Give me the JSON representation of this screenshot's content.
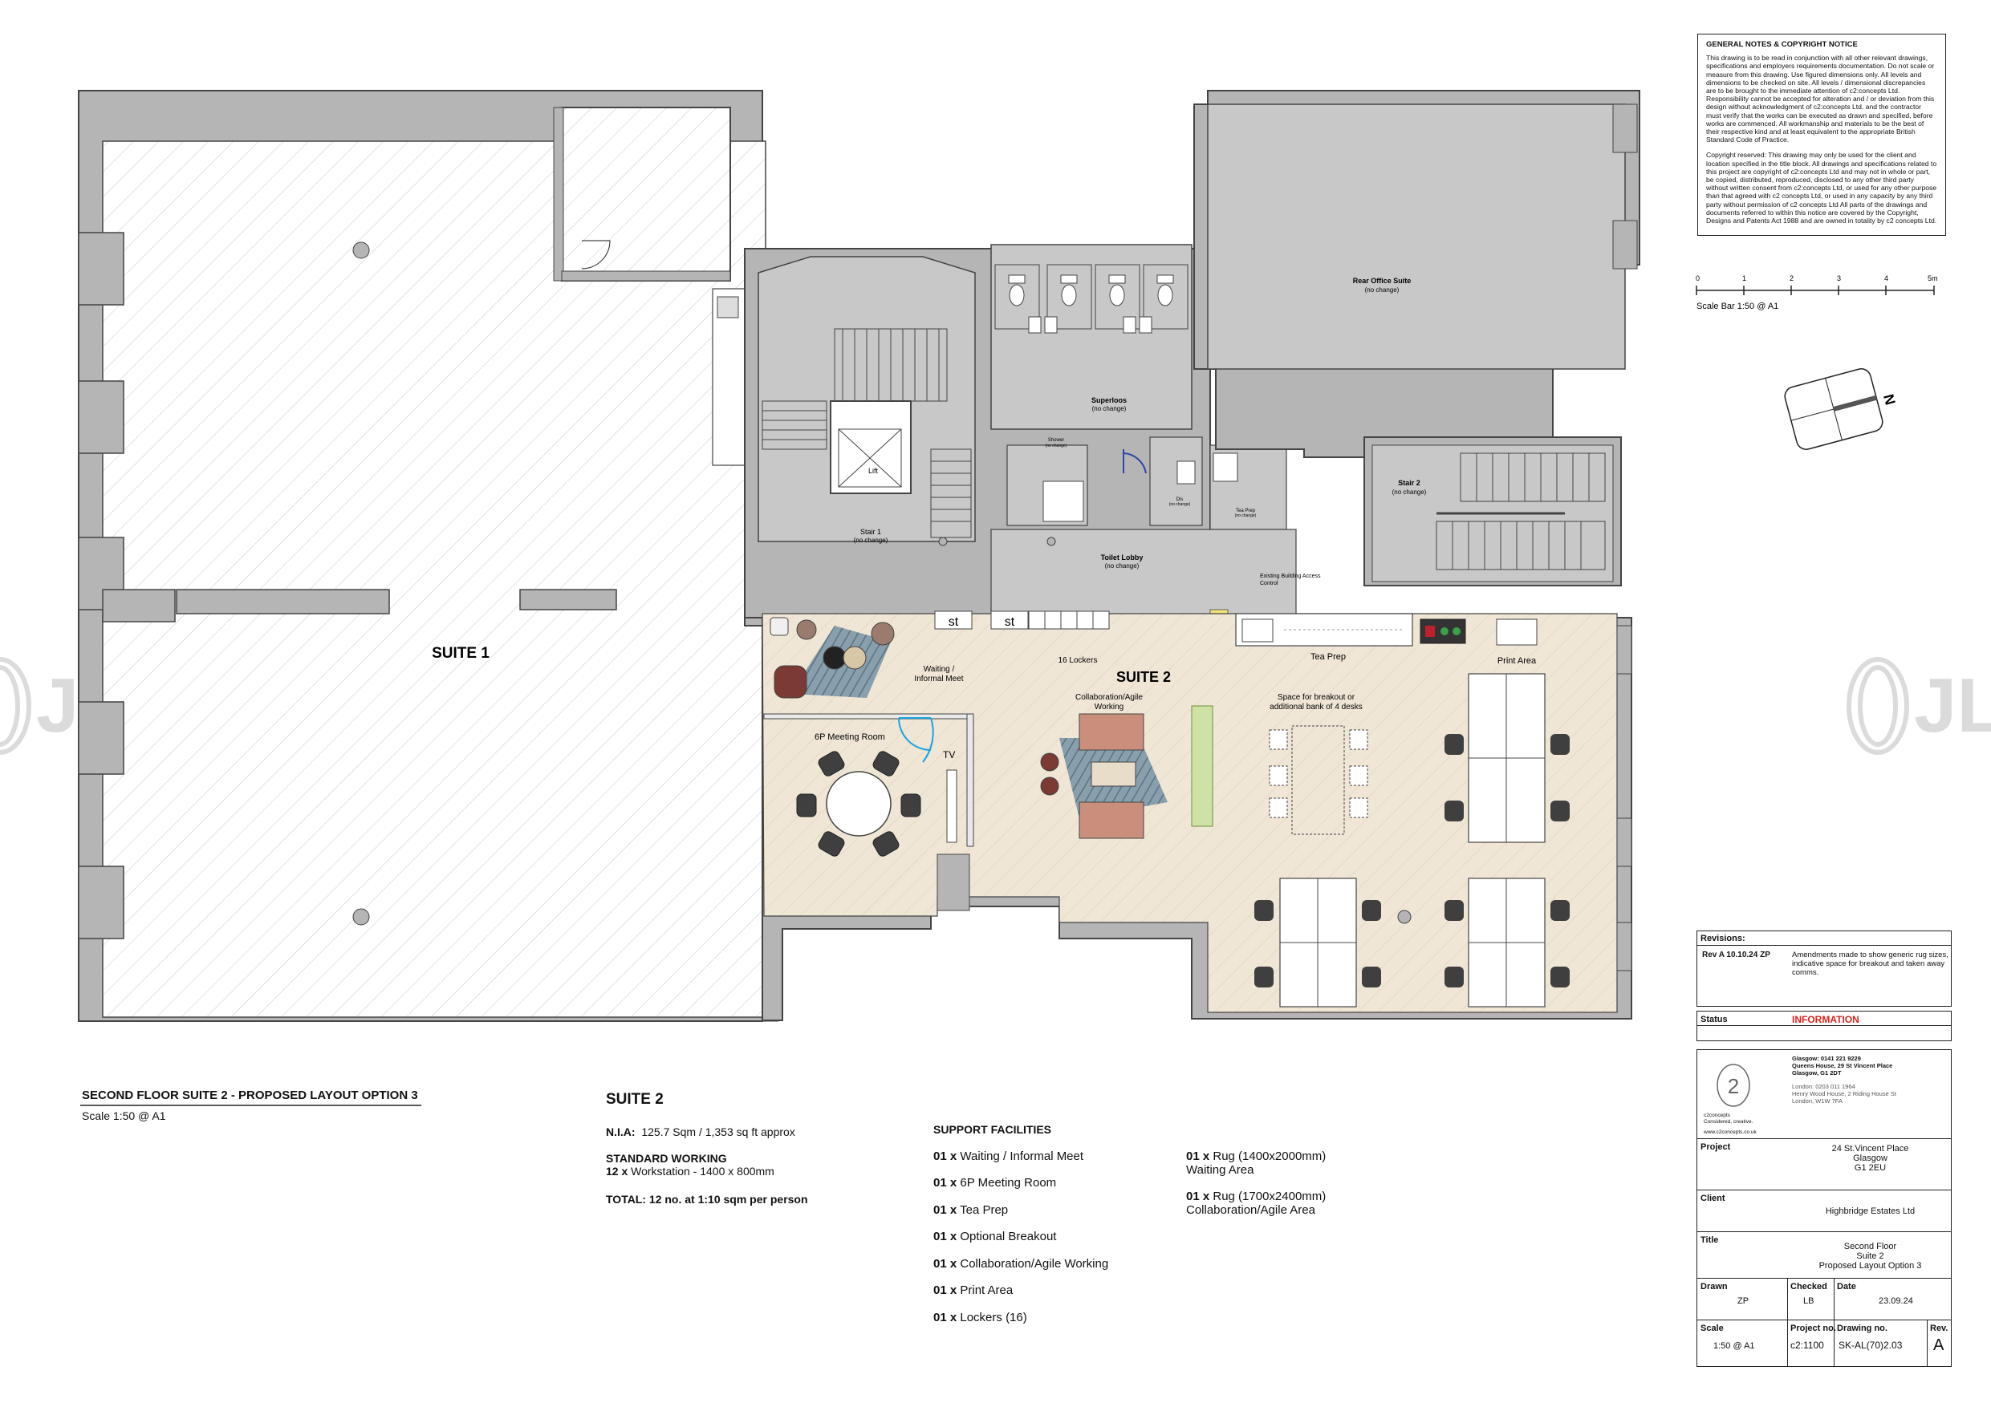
{
  "plan": {
    "suite1_label": "SUITE 1",
    "suite2_label": "SUITE 2",
    "stair1": "Stair 1",
    "stair1_note": "(no change)",
    "lift": "Lift",
    "superloos": "Superloos",
    "superloos_note": "(no change)",
    "shower": "Shower",
    "shower_note": "(no change)",
    "dis": "Dis",
    "dis_note": "(no change)",
    "tea_prep_small": "Tea Prep",
    "tea_prep_small_note": "(no change)",
    "toilet_lobby": "Toilet Lobby",
    "toilet_lobby_note": "(no change)",
    "rear_office": "Rear Office Suite",
    "rear_office_note": "(no change)",
    "stair2": "Stair 2",
    "stair2_note": "(no change)",
    "access_control_1": "Existing Building Access",
    "access_control_2": "Control",
    "waiting_1": "Waiting /",
    "waiting_2": "Informal Meet",
    "lockers": "16 Lockers",
    "locker_st": "st",
    "meeting_room": "6P Meeting Room",
    "tv": "TV",
    "collab_1": "Collaboration/Agile",
    "collab_2": "Working",
    "tea_prep": "Tea Prep",
    "breakout_1": "Space for breakout or",
    "breakout_2": "additional bank of 4 desks",
    "print_area": "Print Area",
    "watermark": "JLL"
  },
  "drawing_title": {
    "title": "SECOND FLOOR SUITE 2 - PROPOSED LAYOUT OPTION 3",
    "scale": "Scale 1:50 @ A1"
  },
  "schedule": {
    "heading": "SUITE 2",
    "nia_label": "N.I.A:",
    "nia_value": "125.7 Sqm / 1,353 sq ft approx",
    "standard_heading": "STANDARD WORKING",
    "workstation_qty": "12 x",
    "workstation_text": "Workstation - 1400 x 800mm",
    "total": "TOTAL: 12 no. at 1:10 sqm per person",
    "support_heading": "SUPPORT FACILITIES",
    "support_items": [
      {
        "qty": "01 x",
        "text": "Waiting / Informal Meet"
      },
      {
        "qty": "01 x",
        "text": "6P Meeting Room"
      },
      {
        "qty": "01 x",
        "text": "Tea Prep"
      },
      {
        "qty": "01 x",
        "text": "Optional Breakout"
      },
      {
        "qty": "01 x",
        "text": "Collaboration/Agile Working"
      },
      {
        "qty": "01 x",
        "text": "Print  Area"
      },
      {
        "qty": "01 x",
        "text": "Lockers (16)"
      }
    ],
    "rugs": [
      {
        "qty": "01 x",
        "text": "Rug (1400x2000mm)",
        "sub": "Waiting Area"
      },
      {
        "qty": "01 x",
        "text": "Rug (1700x2400mm)",
        "sub": "Collaboration/Agile Area"
      }
    ]
  },
  "notes": {
    "heading": "GENERAL NOTES & COPYRIGHT NOTICE",
    "para1": "This drawing is to be read in conjunction with all other relevant drawings, specifications and employers requirements documentation. Do not scale or measure from this drawing. Use figured dimensions only. All levels and dimensions to be checked on site.  All levels / dimensional discrepancies are to be brought to the immediate attention of c2:concepts Ltd. Responsibility cannot be accepted for alteration and / or deviation from this design without acknowledgment of c2:concepts Ltd. and the contractor must verify that the works can be executed as drawn and specified, before works are commenced. All workmanship and materials to be the best of their respective kind and at least equivalent to the appropriate British Standard Code of Practice.",
    "para2": "Copyright reserved: This drawing may only be used for the client and location specified in the title block. All drawings and specifications related to this project are copyright of c2:concepts Ltd and may not in whole or part, be copied, distributed, reproduced, disclosed to any other third party without written consent from c2:concepts Ltd, or used for any other purpose than that agreed with c2 concepts Ltd, or used in any capacity by any third party without permission of c2 concepts Ltd All parts of the drawings and documents referred to within this notice are covered by the Copyright, Designs and Patents Act 1988 and are owned in totality by c2 concepts Ltd."
  },
  "scale_bar": {
    "ticks": [
      "0",
      "1",
      "2",
      "3",
      "4",
      "5m"
    ],
    "label": "Scale Bar 1:50 @ A1"
  },
  "north": "N",
  "revisions": {
    "label": "Revisions:",
    "rev": "Rev A 10.10.24 ZP",
    "desc": "Amendments made to show generic rug sizes, indicative space for breakout and taken away comms."
  },
  "status": {
    "label": "Status",
    "value": "INFORMATION"
  },
  "company": {
    "glasgow": "Glasgow: 0141 221 9229",
    "glasgow_addr1": "Queens House, 29 St Vincent Place",
    "glasgow_addr2": "Glasgow, G1 2DT",
    "london": "London: 0203 011 1964",
    "london_addr1": "Henry Wood House, 2 Riding House St",
    "london_addr2": "London, W1W 7FA",
    "tagline1": "c2concepts",
    "tagline2": "Considered, creative.",
    "web": "www.c2concepts.co.uk"
  },
  "titleblock": {
    "project_label": "Project",
    "project_1": "24 St.Vincent Place",
    "project_2": "Glasgow",
    "project_3": "G1 2EU",
    "client_label": "Client",
    "client": "Highbridge Estates Ltd",
    "title_label": "Title",
    "title_1": "Second Floor",
    "title_2": "Suite 2",
    "title_3": "Proposed Layout Option 3",
    "drawn_label": "Drawn",
    "drawn": "ZP",
    "checked_label": "Checked",
    "checked": "LB",
    "date_label": "Date",
    "date": "23.09.24",
    "scale_label": "Scale",
    "scale": "1:50  @ A1",
    "projno_label": "Project no.",
    "projno": "c2:1100",
    "drawingno_label": "Drawing no.",
    "drawingno": "SK-AL(70)2.03",
    "rev_label": "Rev.",
    "rev": "A"
  },
  "colors": {
    "wall": "#b5b5b5",
    "wall_stroke": "#444444",
    "hatch": "#c9c9c9",
    "floor": "#efe7d9",
    "status_red": "#e0231c",
    "rug_blue": "#5b7f99",
    "sofa": "#c98f7c",
    "chair_dark": "#3f3f3f"
  }
}
